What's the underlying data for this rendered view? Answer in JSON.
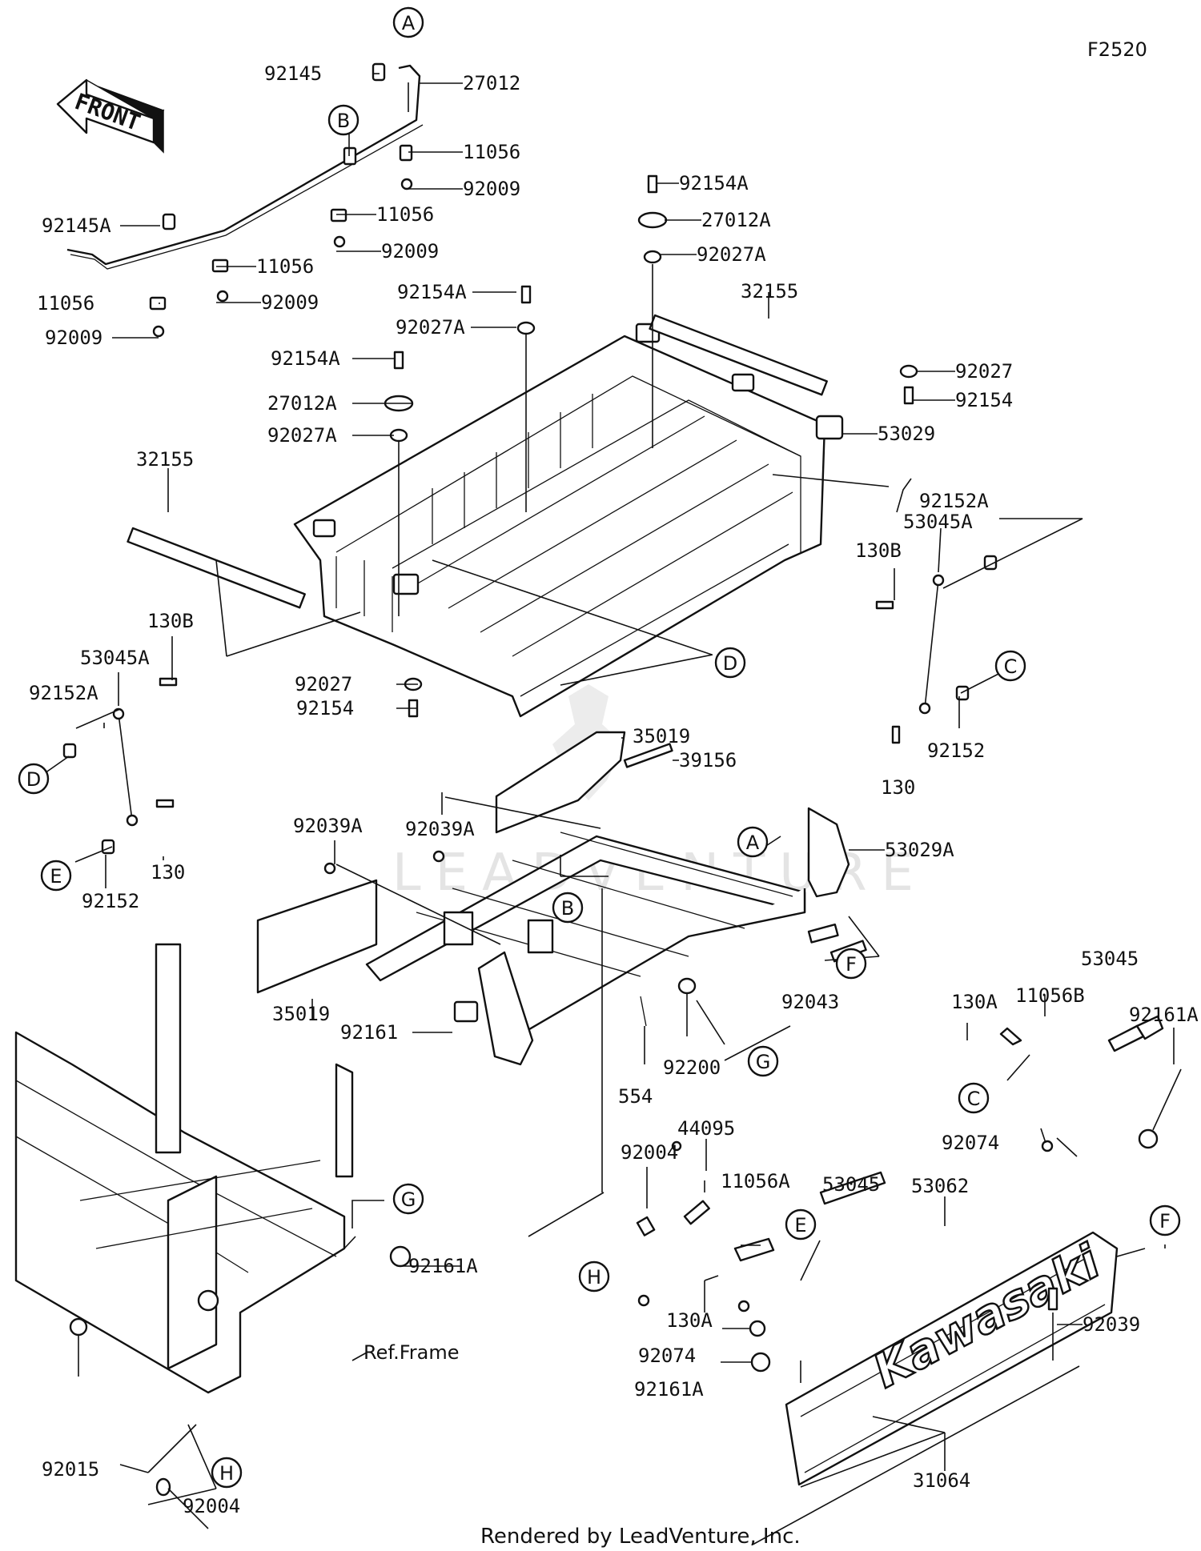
{
  "figure_id": "F2520",
  "front_label": "FRONT",
  "brand_label": "Kawasaki",
  "watermark": "LEADVENTURE",
  "ref_frame_label": "Ref.Frame",
  "footer": "Rendered by LeadVenture, Inc.",
  "parts": [
    {
      "id": "p1",
      "label": "92145"
    },
    {
      "id": "p2",
      "label": "27012"
    },
    {
      "id": "p3",
      "label": "11056"
    },
    {
      "id": "p4",
      "label": "92009"
    },
    {
      "id": "p5",
      "label": "92145A"
    },
    {
      "id": "p6",
      "label": "11056"
    },
    {
      "id": "p7",
      "label": "92009"
    },
    {
      "id": "p8",
      "label": "11056"
    },
    {
      "id": "p9",
      "label": "92009"
    },
    {
      "id": "p10",
      "label": "11056"
    },
    {
      "id": "p11",
      "label": "92009"
    },
    {
      "id": "p12",
      "label": "92154A"
    },
    {
      "id": "p13",
      "label": "27012A"
    },
    {
      "id": "p14",
      "label": "92027A"
    },
    {
      "id": "p15",
      "label": "32155"
    },
    {
      "id": "p16",
      "label": "92154A"
    },
    {
      "id": "p17",
      "label": "92027A"
    },
    {
      "id": "p18",
      "label": "92027"
    },
    {
      "id": "p19",
      "label": "92154"
    },
    {
      "id": "p20",
      "label": "92154A"
    },
    {
      "id": "p21",
      "label": "53029"
    },
    {
      "id": "p22",
      "label": "27012A"
    },
    {
      "id": "p23",
      "label": "92027A"
    },
    {
      "id": "p24",
      "label": "32155"
    },
    {
      "id": "p25",
      "label": "92152A"
    },
    {
      "id": "p26",
      "label": "53045A"
    },
    {
      "id": "p27",
      "label": "130B"
    },
    {
      "id": "p28",
      "label": "130B"
    },
    {
      "id": "p29",
      "label": "53045A"
    },
    {
      "id": "p30",
      "label": "92152A"
    },
    {
      "id": "p31",
      "label": "92027"
    },
    {
      "id": "p32",
      "label": "92154"
    },
    {
      "id": "p33",
      "label": "35019"
    },
    {
      "id": "p34",
      "label": "92152"
    },
    {
      "id": "p35",
      "label": "130"
    },
    {
      "id": "p36",
      "label": "39156"
    },
    {
      "id": "p37",
      "label": "92039A"
    },
    {
      "id": "p38",
      "label": "92039A"
    },
    {
      "id": "p39",
      "label": "53029A"
    },
    {
      "id": "p40",
      "label": "130"
    },
    {
      "id": "p41",
      "label": "92152"
    },
    {
      "id": "p42",
      "label": "35019"
    },
    {
      "id": "p43",
      "label": "92043"
    },
    {
      "id": "p44",
      "label": "53045"
    },
    {
      "id": "p45",
      "label": "92161"
    },
    {
      "id": "p46",
      "label": "130A"
    },
    {
      "id": "p47",
      "label": "11056B"
    },
    {
      "id": "p48",
      "label": "554"
    },
    {
      "id": "p49",
      "label": "92200"
    },
    {
      "id": "p50",
      "label": "92161A"
    },
    {
      "id": "p51",
      "label": "92004"
    },
    {
      "id": "p52",
      "label": "44095"
    },
    {
      "id": "p53",
      "label": "92074"
    },
    {
      "id": "p54",
      "label": "11056A"
    },
    {
      "id": "p55",
      "label": "53045"
    },
    {
      "id": "p56",
      "label": "53062"
    },
    {
      "id": "p57",
      "label": "92161A"
    },
    {
      "id": "p58",
      "label": "92039"
    },
    {
      "id": "p59",
      "label": "130A"
    },
    {
      "id": "p60",
      "label": "92074"
    },
    {
      "id": "p61",
      "label": "92161A"
    },
    {
      "id": "p62",
      "label": "92015"
    },
    {
      "id": "p63",
      "label": "92004"
    },
    {
      "id": "p64",
      "label": "31064"
    }
  ],
  "callouts": [
    {
      "id": "c1",
      "letter": "A"
    },
    {
      "id": "c2",
      "letter": "B"
    },
    {
      "id": "c3",
      "letter": "D"
    },
    {
      "id": "c4",
      "letter": "C"
    },
    {
      "id": "c5",
      "letter": "D"
    },
    {
      "id": "c6",
      "letter": "E"
    },
    {
      "id": "c7",
      "letter": "A"
    },
    {
      "id": "c8",
      "letter": "B"
    },
    {
      "id": "c9",
      "letter": "F"
    },
    {
      "id": "c10",
      "letter": "G"
    },
    {
      "id": "c11",
      "letter": "C"
    },
    {
      "id": "c12",
      "letter": "G"
    },
    {
      "id": "c13",
      "letter": "E"
    },
    {
      "id": "c14",
      "letter": "F"
    },
    {
      "id": "c15",
      "letter": "H"
    },
    {
      "id": "c16",
      "letter": "H"
    }
  ]
}
